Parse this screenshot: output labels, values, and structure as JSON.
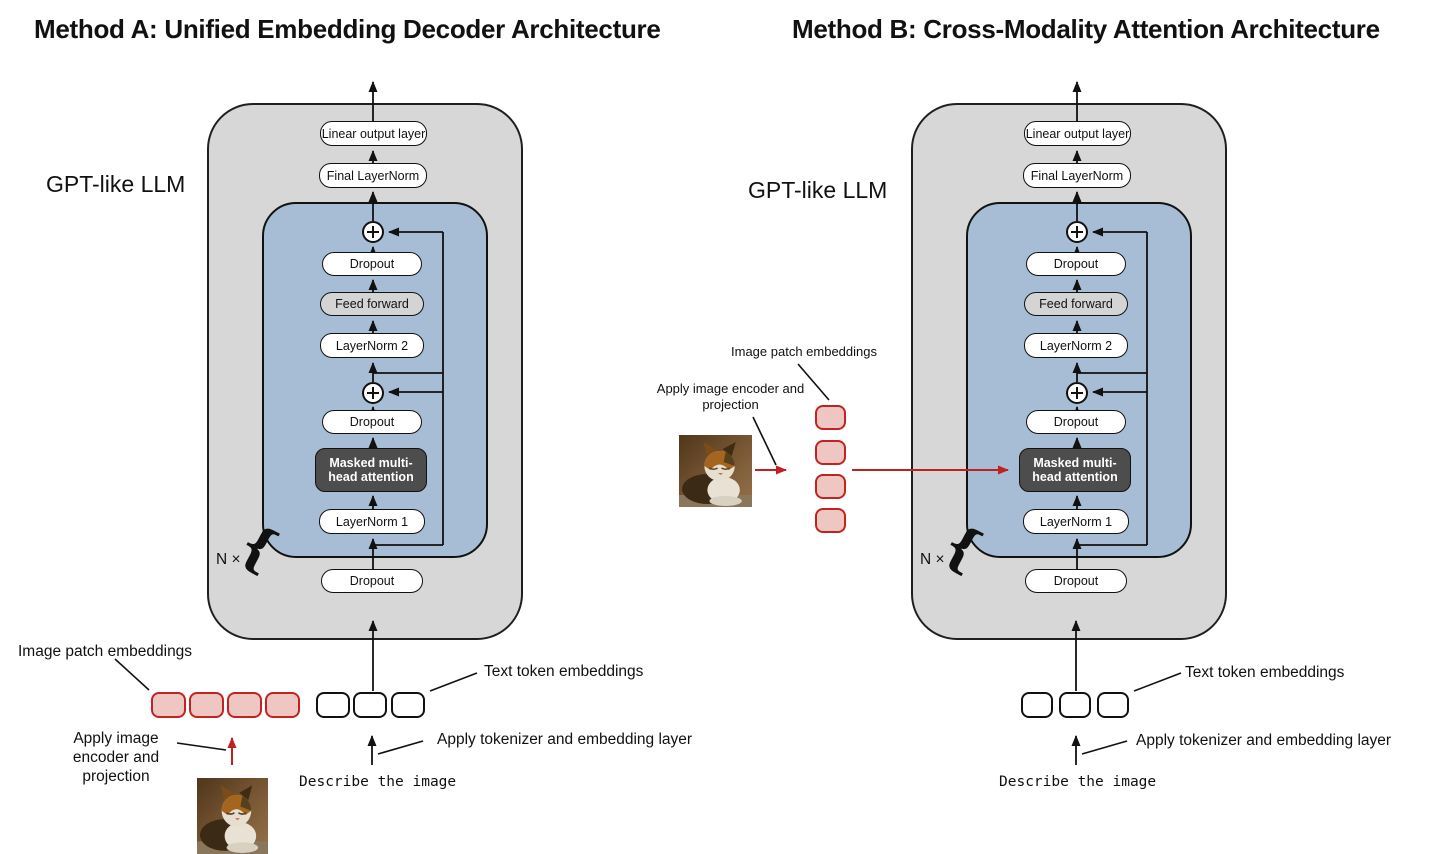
{
  "titles": {
    "method_a": "Method A: Unified Embedding Decoder Architecture",
    "method_b": "Method B: Cross-Modality Attention Architecture"
  },
  "llm": {
    "label": "GPT-like LLM",
    "linear_output_layer": "Linear output layer",
    "final_layernorm": "Final LayerNorm",
    "dropout": "Dropout",
    "feed_forward": "Feed forward",
    "layernorm_2": "LayerNorm 2",
    "masked_attention": "Masked multi-head attention",
    "layernorm_1": "LayerNorm 1",
    "repeat_label": "N ×",
    "repeat_brace": "{"
  },
  "annotations": {
    "image_patch_embeddings": "Image patch embeddings",
    "apply_image_encoder": "Apply image encoder and projection",
    "text_token_embeddings": "Text token embeddings",
    "apply_tokenizer": "Apply tokenizer and embedding layer",
    "prompt_text": "Describe the image"
  },
  "tokens": {
    "image_patch_count": 4,
    "text_token_count": 3
  },
  "colors": {
    "outer_box": "#d7d7d7",
    "inner_block": "#a7bdd6",
    "attention_box": "#4d4d4d",
    "feed_forward_box": "#d4d4d4",
    "red_accent": "#c32222",
    "red_token_fill": "#eec7c3",
    "line": "#1a1a1a"
  }
}
